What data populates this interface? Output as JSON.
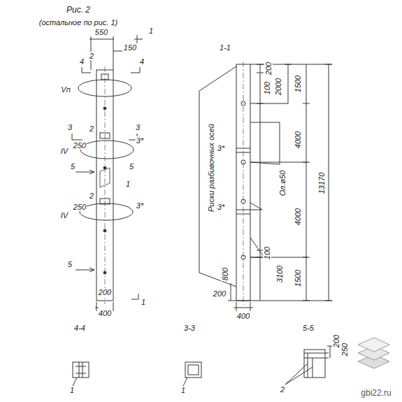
{
  "diagram": {
    "title": "Рис. 2",
    "labels": [
      "(остальное по рис. 1)",
      "1",
      "550",
      "150",
      "4",
      "4",
      "2",
      "Vп",
      "3",
      "3",
      "2",
      "250",
      "IV",
      "3*",
      "5",
      "5",
      "1",
      "2",
      "250",
      "IV",
      "3*",
      "5",
      "200",
      "400",
      "1",
      "1-1",
      "200",
      "100",
      "2000",
      "1500",
      "3*",
      "4000",
      "Ол.ø50",
      "13170",
      "3*",
      "4000",
      "100",
      "3100",
      "1500",
      "800",
      "200",
      "400",
      "Риски разбивочных осей",
      "4-4",
      "3-3",
      "5-5",
      "1",
      "1",
      "2",
      "200",
      "250",
      "gbi22.ru"
    ]
  }
}
